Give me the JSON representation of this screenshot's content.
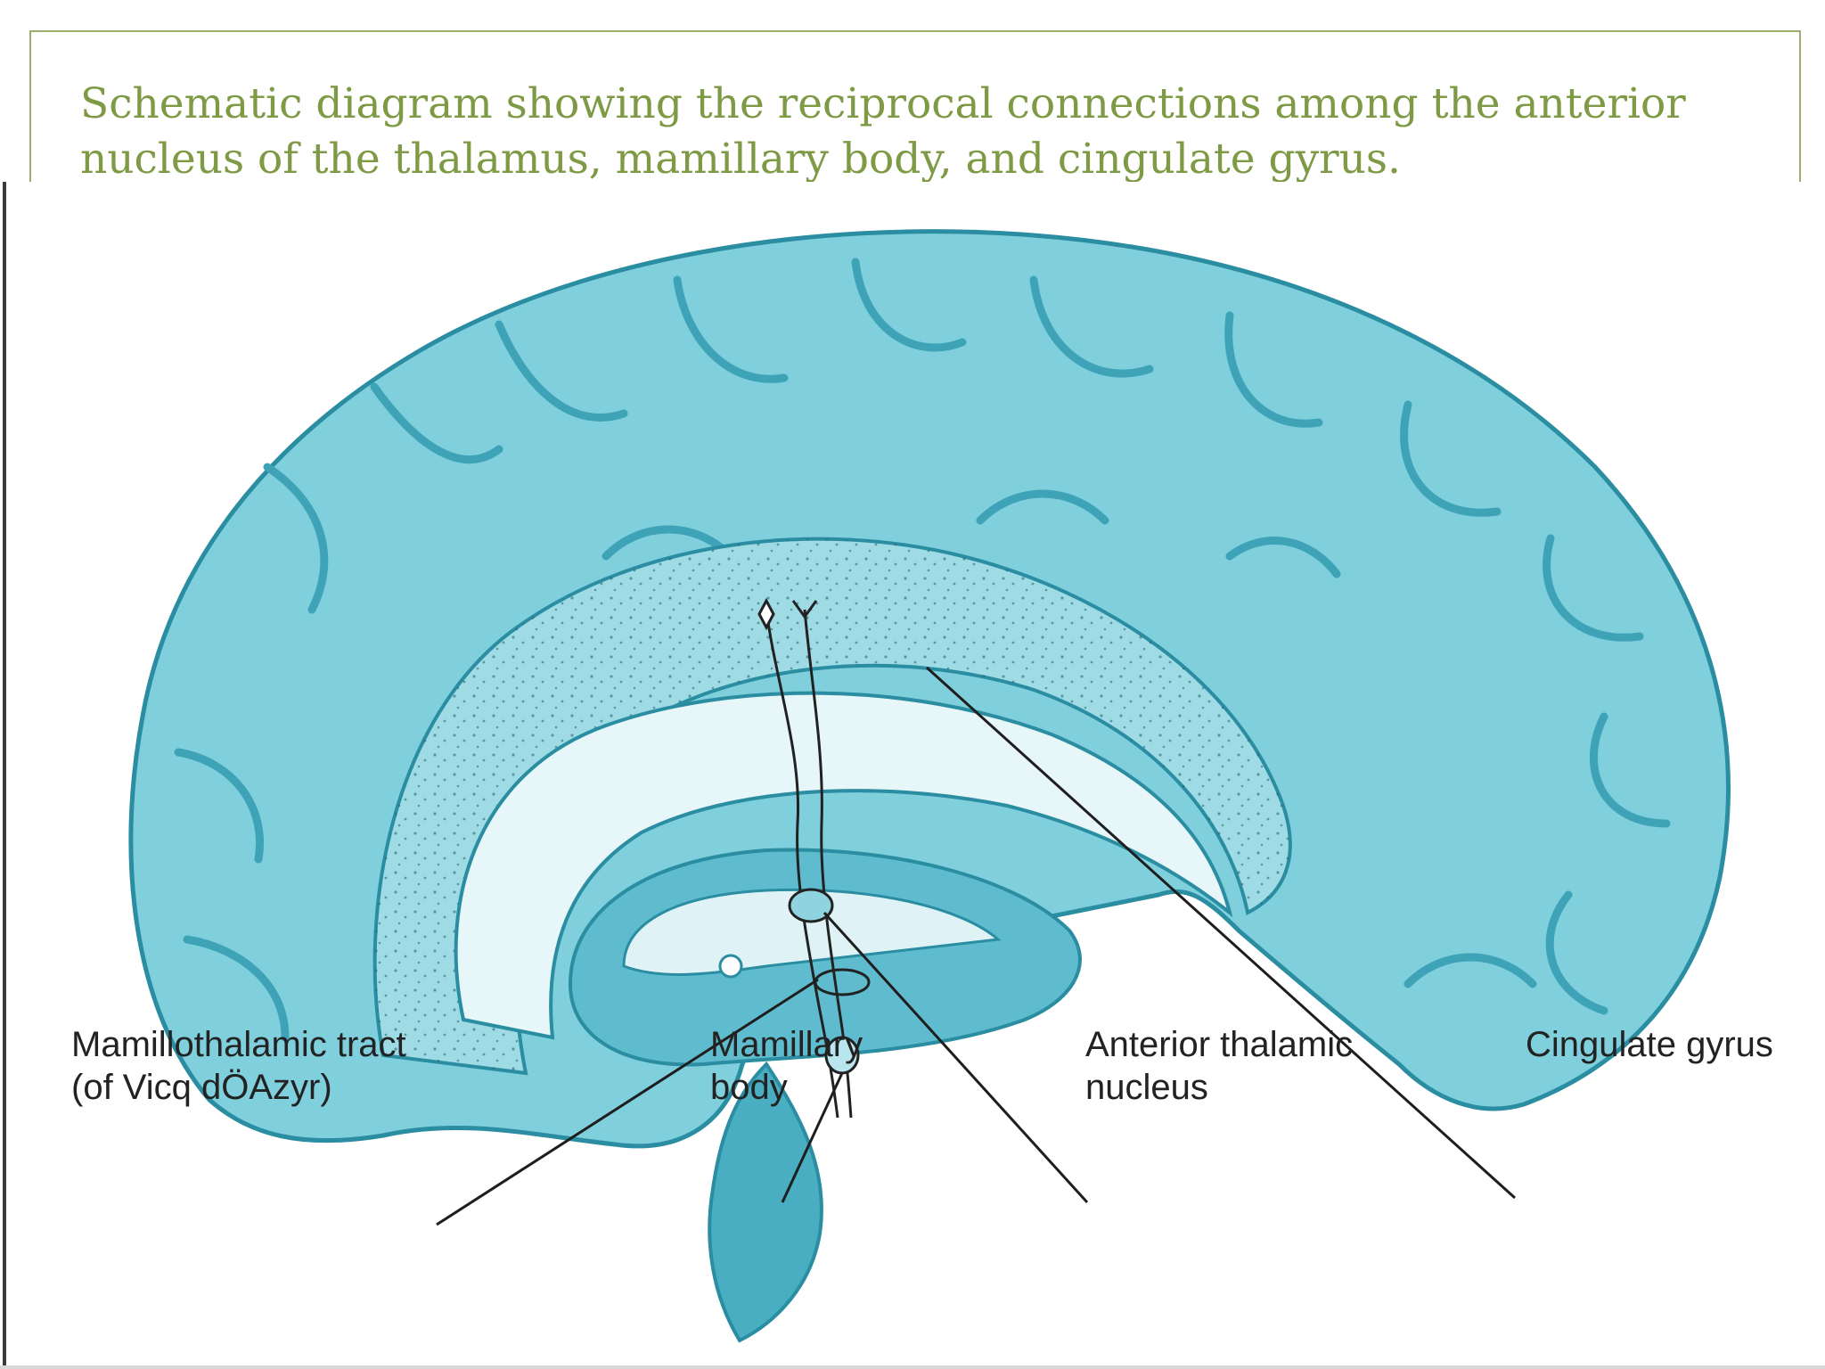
{
  "slide": {
    "title": "Schematic diagram showing the reciprocal connections among the anterior nucleus of the thalamus, mamillary body, and cingulate gyrus."
  },
  "labels": {
    "mamillothalamic_tract": "Mamillothalamic tract\n(of Vicq dÖAzyr)",
    "mamillary_body": "Mamillary\nbody",
    "anterior_thalamic_nucleus": "Anterior thalamic\nnucleus",
    "cingulate_gyrus": "Cingulate gyrus"
  },
  "colors": {
    "title": "#7e9a45",
    "frame": "#9aae6e",
    "brain_fill": "#7fcfdc",
    "brain_dark": "#3fa3b7",
    "brain_light": "#d6f1f5",
    "leader_line": "#1e1e1e"
  }
}
